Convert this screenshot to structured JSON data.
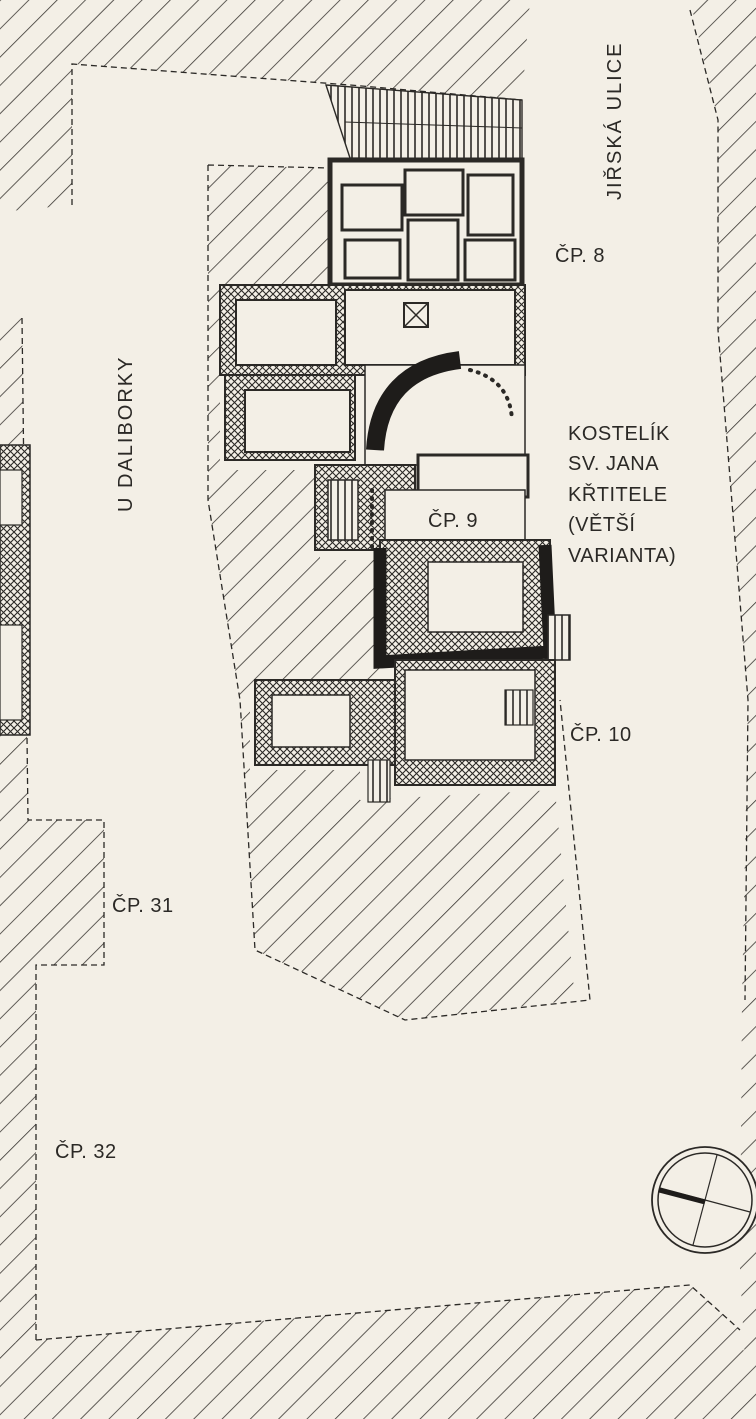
{
  "streets": {
    "jirska": "JIŘSKÁ ULICE",
    "daliborky": "U DALIBORKY"
  },
  "parcels": {
    "cp8": "ČP. 8",
    "cp9": "ČP. 9",
    "cp10": "ČP. 10",
    "cp31": "ČP.  31",
    "cp32": "ČP. 32"
  },
  "church_label": {
    "line1": "KOSTELÍK",
    "line2": "SV. JANA",
    "line3": "KŘTITELE",
    "line4": "(VĚTŠÍ",
    "line5": "VARIANTA)"
  },
  "colors": {
    "paper": "#f3efe6",
    "ink": "#2b2926",
    "hatch": "#3a3733"
  },
  "icons": {
    "north_arrow": "compass-rose-icon"
  }
}
